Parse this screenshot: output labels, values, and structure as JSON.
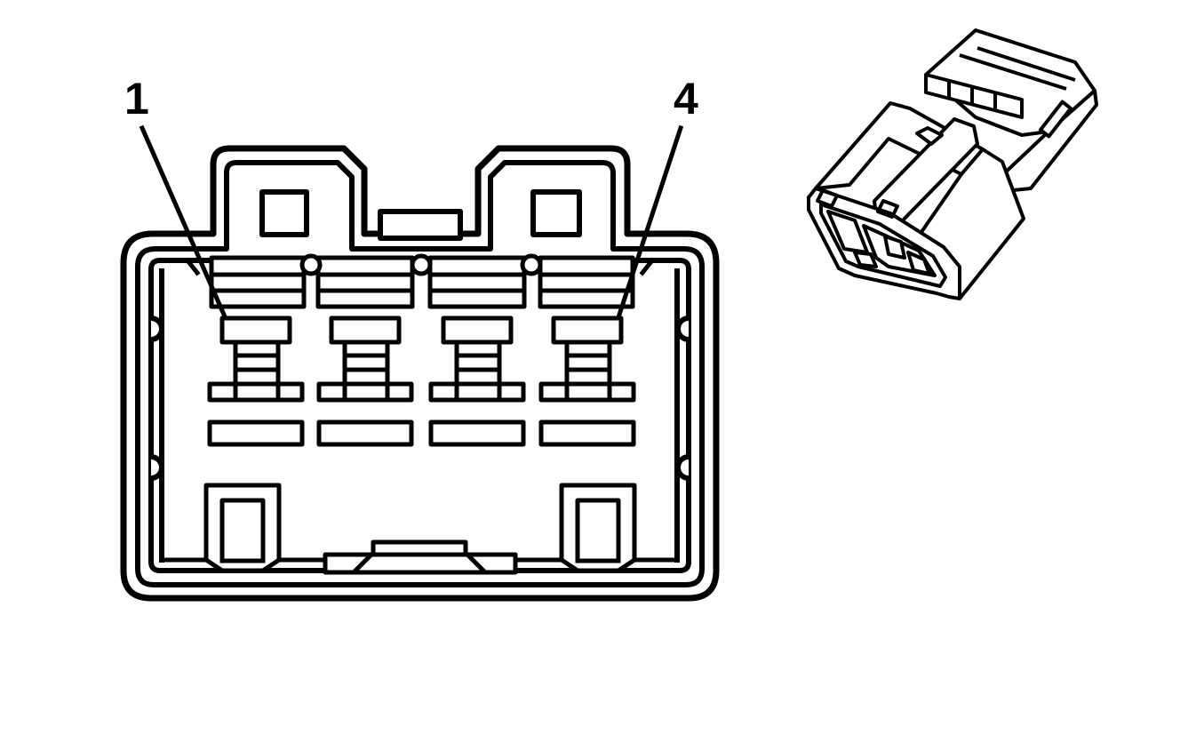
{
  "diagram": {
    "pin_labels": [
      {
        "id": "pin-1",
        "text": "1"
      },
      {
        "id": "pin-4",
        "text": "4"
      }
    ],
    "stroke_color": "#000000",
    "fill_color": "#ffffff"
  }
}
